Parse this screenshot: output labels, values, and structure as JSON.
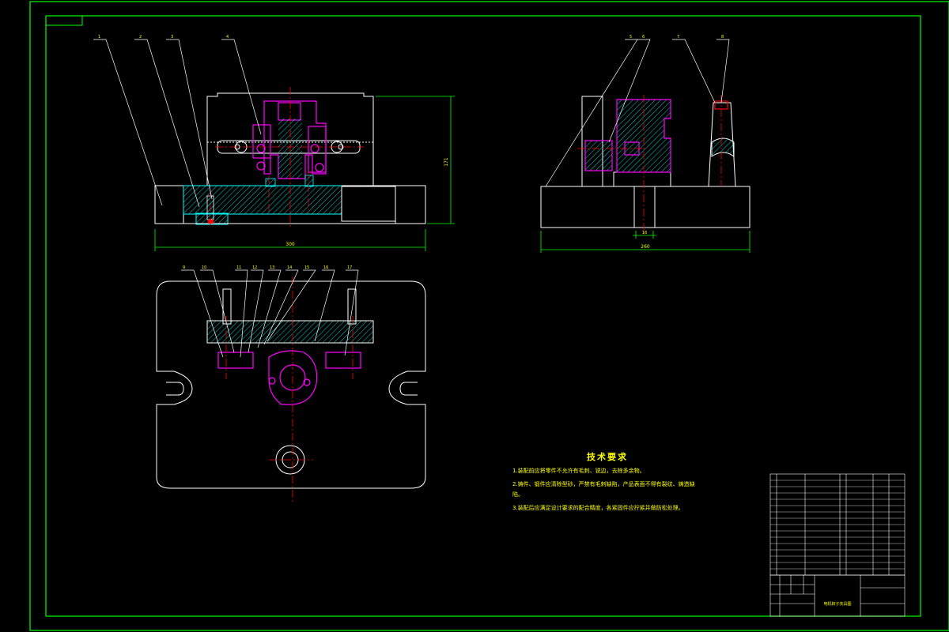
{
  "drawing": {
    "title_block_name": "电机转子夹具图",
    "colors": {
      "background": "#000000",
      "frame": "#00ff00",
      "outline": "#ffffff",
      "part": "#ff00ff",
      "center_line": "#ff0000",
      "hatch": "#00ffff",
      "dimension": "#00ff00",
      "text": "#ffff00"
    }
  },
  "technical_requirements": {
    "title": "技术要求",
    "items": [
      "1.装配前应将零件不允许有毛刺、锐边，去除多余物。",
      "2.铸件、锻件应清除型砂，严禁有毛刺缺陷，产品表面不得有裂纹、铸造缺陷。",
      "3.装配后应满足设计要求的配合精度，各紧固件应拧紧并做防松处理。"
    ]
  },
  "dimensions": {
    "front_width": "300",
    "front_height": "171",
    "side_width": "260",
    "side_small": "16"
  },
  "leaders": {
    "front": [
      "1",
      "2",
      "3",
      "4"
    ],
    "side": [
      "5",
      "6",
      "7",
      "8"
    ],
    "top": [
      "9",
      "10",
      "11",
      "12",
      "13",
      "14",
      "15",
      "16",
      "17"
    ]
  }
}
